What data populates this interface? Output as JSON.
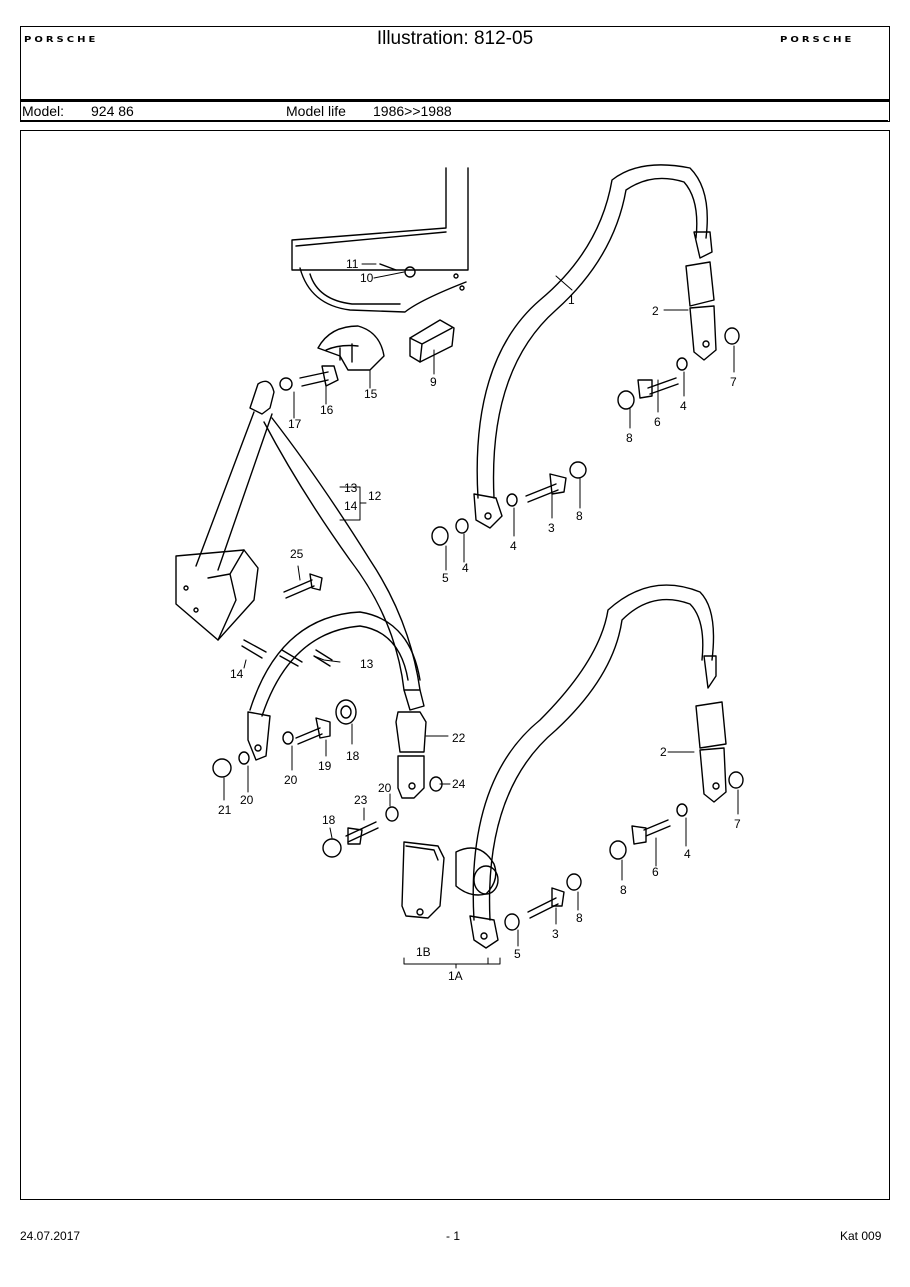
{
  "header": {
    "brand_left": "PORSCHE",
    "brand_right": "PORSCHE",
    "title": "Illustration: 812-05"
  },
  "meta": {
    "model_label": "Model:",
    "model_value": "924 86",
    "life_label": "Model life",
    "life_value": "1986>>1988"
  },
  "callouts": [
    "11",
    "10",
    "9",
    "15",
    "16",
    "17",
    "13",
    "14",
    "12",
    "25",
    "14",
    "13",
    "1",
    "2",
    "7",
    "6",
    "4",
    "8",
    "3",
    "8",
    "4",
    "5",
    "4",
    "22",
    "24",
    "20",
    "21",
    "20",
    "19",
    "18",
    "23",
    "20",
    "18",
    "2",
    "7",
    "4",
    "6",
    "8",
    "8",
    "3",
    "5",
    "1B",
    "1A"
  ],
  "footer": {
    "date": "24.07.2017",
    "page": "- 1",
    "catalog": "Kat 009"
  }
}
